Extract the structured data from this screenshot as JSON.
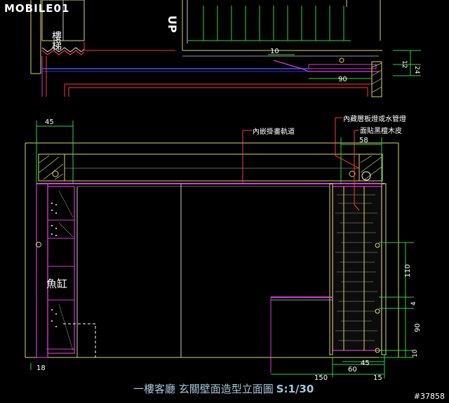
{
  "logo": {
    "text": "MOBILE01"
  },
  "watermark": "#37858",
  "caption": {
    "title": "一樓客廳 玄關壁面造型立面圖",
    "scale": "S:1/30"
  },
  "plan": {
    "up_label": "UP",
    "stair_label": "樓梯",
    "dims": {
      "d10": "10",
      "d90": "90",
      "d12": "12",
      "d24": "24"
    }
  },
  "elevation": {
    "notes": {
      "rail": "內嵌掛畫軌道",
      "panel": "內藏層板燈或水管燈",
      "veneer": "面貼黑檀木皮"
    },
    "fish_tank": "魚缸",
    "dims": {
      "d45": "45",
      "d58": "58",
      "d110": "110",
      "d4": "4",
      "d90": "90",
      "d10": "10",
      "d18": "18",
      "d150": "150",
      "d60": "60",
      "d45b": "45",
      "d15": "15"
    }
  },
  "colors": {
    "wall": "#d8d86a",
    "accent": "#d63cd6",
    "dim": "#2bd34c",
    "note": "#ff3a3a",
    "line": "#c8c8c8",
    "caption": "#a9c6d8"
  }
}
